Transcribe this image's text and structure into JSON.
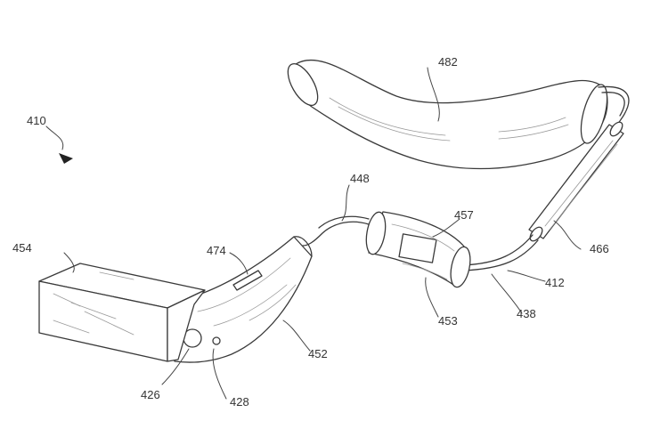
{
  "labels": {
    "l410": "410",
    "l482": "482",
    "l448": "448",
    "l457": "457",
    "l466": "466",
    "l454": "454",
    "l474": "474",
    "l412": "412",
    "l438": "438",
    "l453": "453",
    "l452": "452",
    "l426": "426",
    "l428": "428"
  },
  "colors": {
    "line": "#3a3a3a",
    "label": "#333333",
    "background": "#ffffff"
  }
}
